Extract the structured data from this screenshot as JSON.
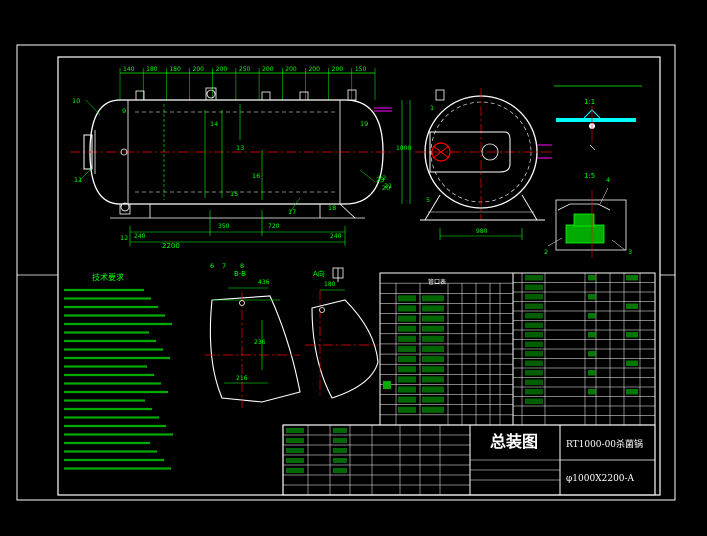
{
  "top_dimensions": [
    "140",
    "180",
    "180",
    "200",
    "200",
    "250",
    "200",
    "200",
    "200",
    "200",
    "150"
  ],
  "section_bb": "B-B",
  "section_a": "A向",
  "detail_label": "1:1",
  "detail_label2": "1:5",
  "tech_req_title": "技术要求",
  "nozzle_table_title": "管口表",
  "drawing_title": "总装图",
  "drawing_no": "RT1000-00杀菌锅",
  "drawing_spec": "φ1000X2200-A",
  "dims": {
    "total_length": "2200",
    "end_left": "240",
    "end_right": "240",
    "inner_left": "350",
    "inner_mid": "720",
    "right_width": "980",
    "height": "1000",
    "bb_top": "436",
    "bb_left": "216",
    "bb_right": "236",
    "a_top": "180"
  },
  "part_labels": [
    "10",
    "9",
    "11",
    "12",
    "13",
    "14",
    "15",
    "16",
    "17",
    "18",
    "19",
    "20",
    "21",
    "22",
    "23",
    "1",
    "2",
    "3",
    "4",
    "5",
    "6",
    "7",
    "8"
  ],
  "colors": {
    "line": "#ffffff",
    "dim": "#00ff00",
    "center": "#ff0000",
    "accent": "#ffff00",
    "cyan": "#00ffff",
    "magenta": "#ff00ff"
  }
}
